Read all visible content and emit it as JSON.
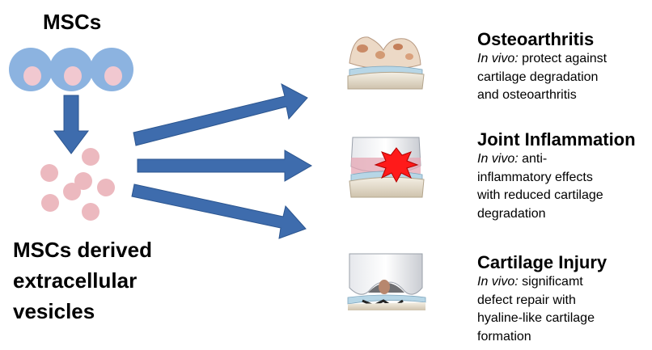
{
  "source": {
    "label": "MSCs",
    "cell_color": "#8cb3e0",
    "nucleus_color": "#f1c8d0"
  },
  "product": {
    "label_lines": [
      "MSCs derived",
      "extracellular",
      "vesicles"
    ],
    "vesicle_color": "#ecb9bf"
  },
  "arrow_color": "#3e6cad",
  "applications": [
    {
      "title": "Osteoarthritis",
      "icon": "knee-joint-cartilage-degradation-image",
      "lines": [
        {
          "prefix": "In vivo:",
          "text": " protect against"
        },
        {
          "prefix": "",
          "text": "cartilage degradation"
        },
        {
          "prefix": "",
          "text": "and osteoarthritis"
        }
      ]
    },
    {
      "title": "Joint Inflammation",
      "icon": "knee-joint-inflammation-image",
      "lines": [
        {
          "prefix": "In vivo:",
          "text": " anti-"
        },
        {
          "prefix": "",
          "text": "inflammatory effects"
        },
        {
          "prefix": "",
          "text": "with reduced cartilage"
        },
        {
          "prefix": "",
          "text": "degradation"
        }
      ]
    },
    {
      "title": "Cartilage Injury",
      "icon": "knee-joint-cartilage-defect-image",
      "lines": [
        {
          "prefix": "In vivo:",
          "text": " significamt"
        },
        {
          "prefix": "",
          "text": "defect repair with"
        },
        {
          "prefix": "",
          "text": "hyaline-like cartilage"
        },
        {
          "prefix": "",
          "text": "formation"
        }
      ]
    }
  ]
}
